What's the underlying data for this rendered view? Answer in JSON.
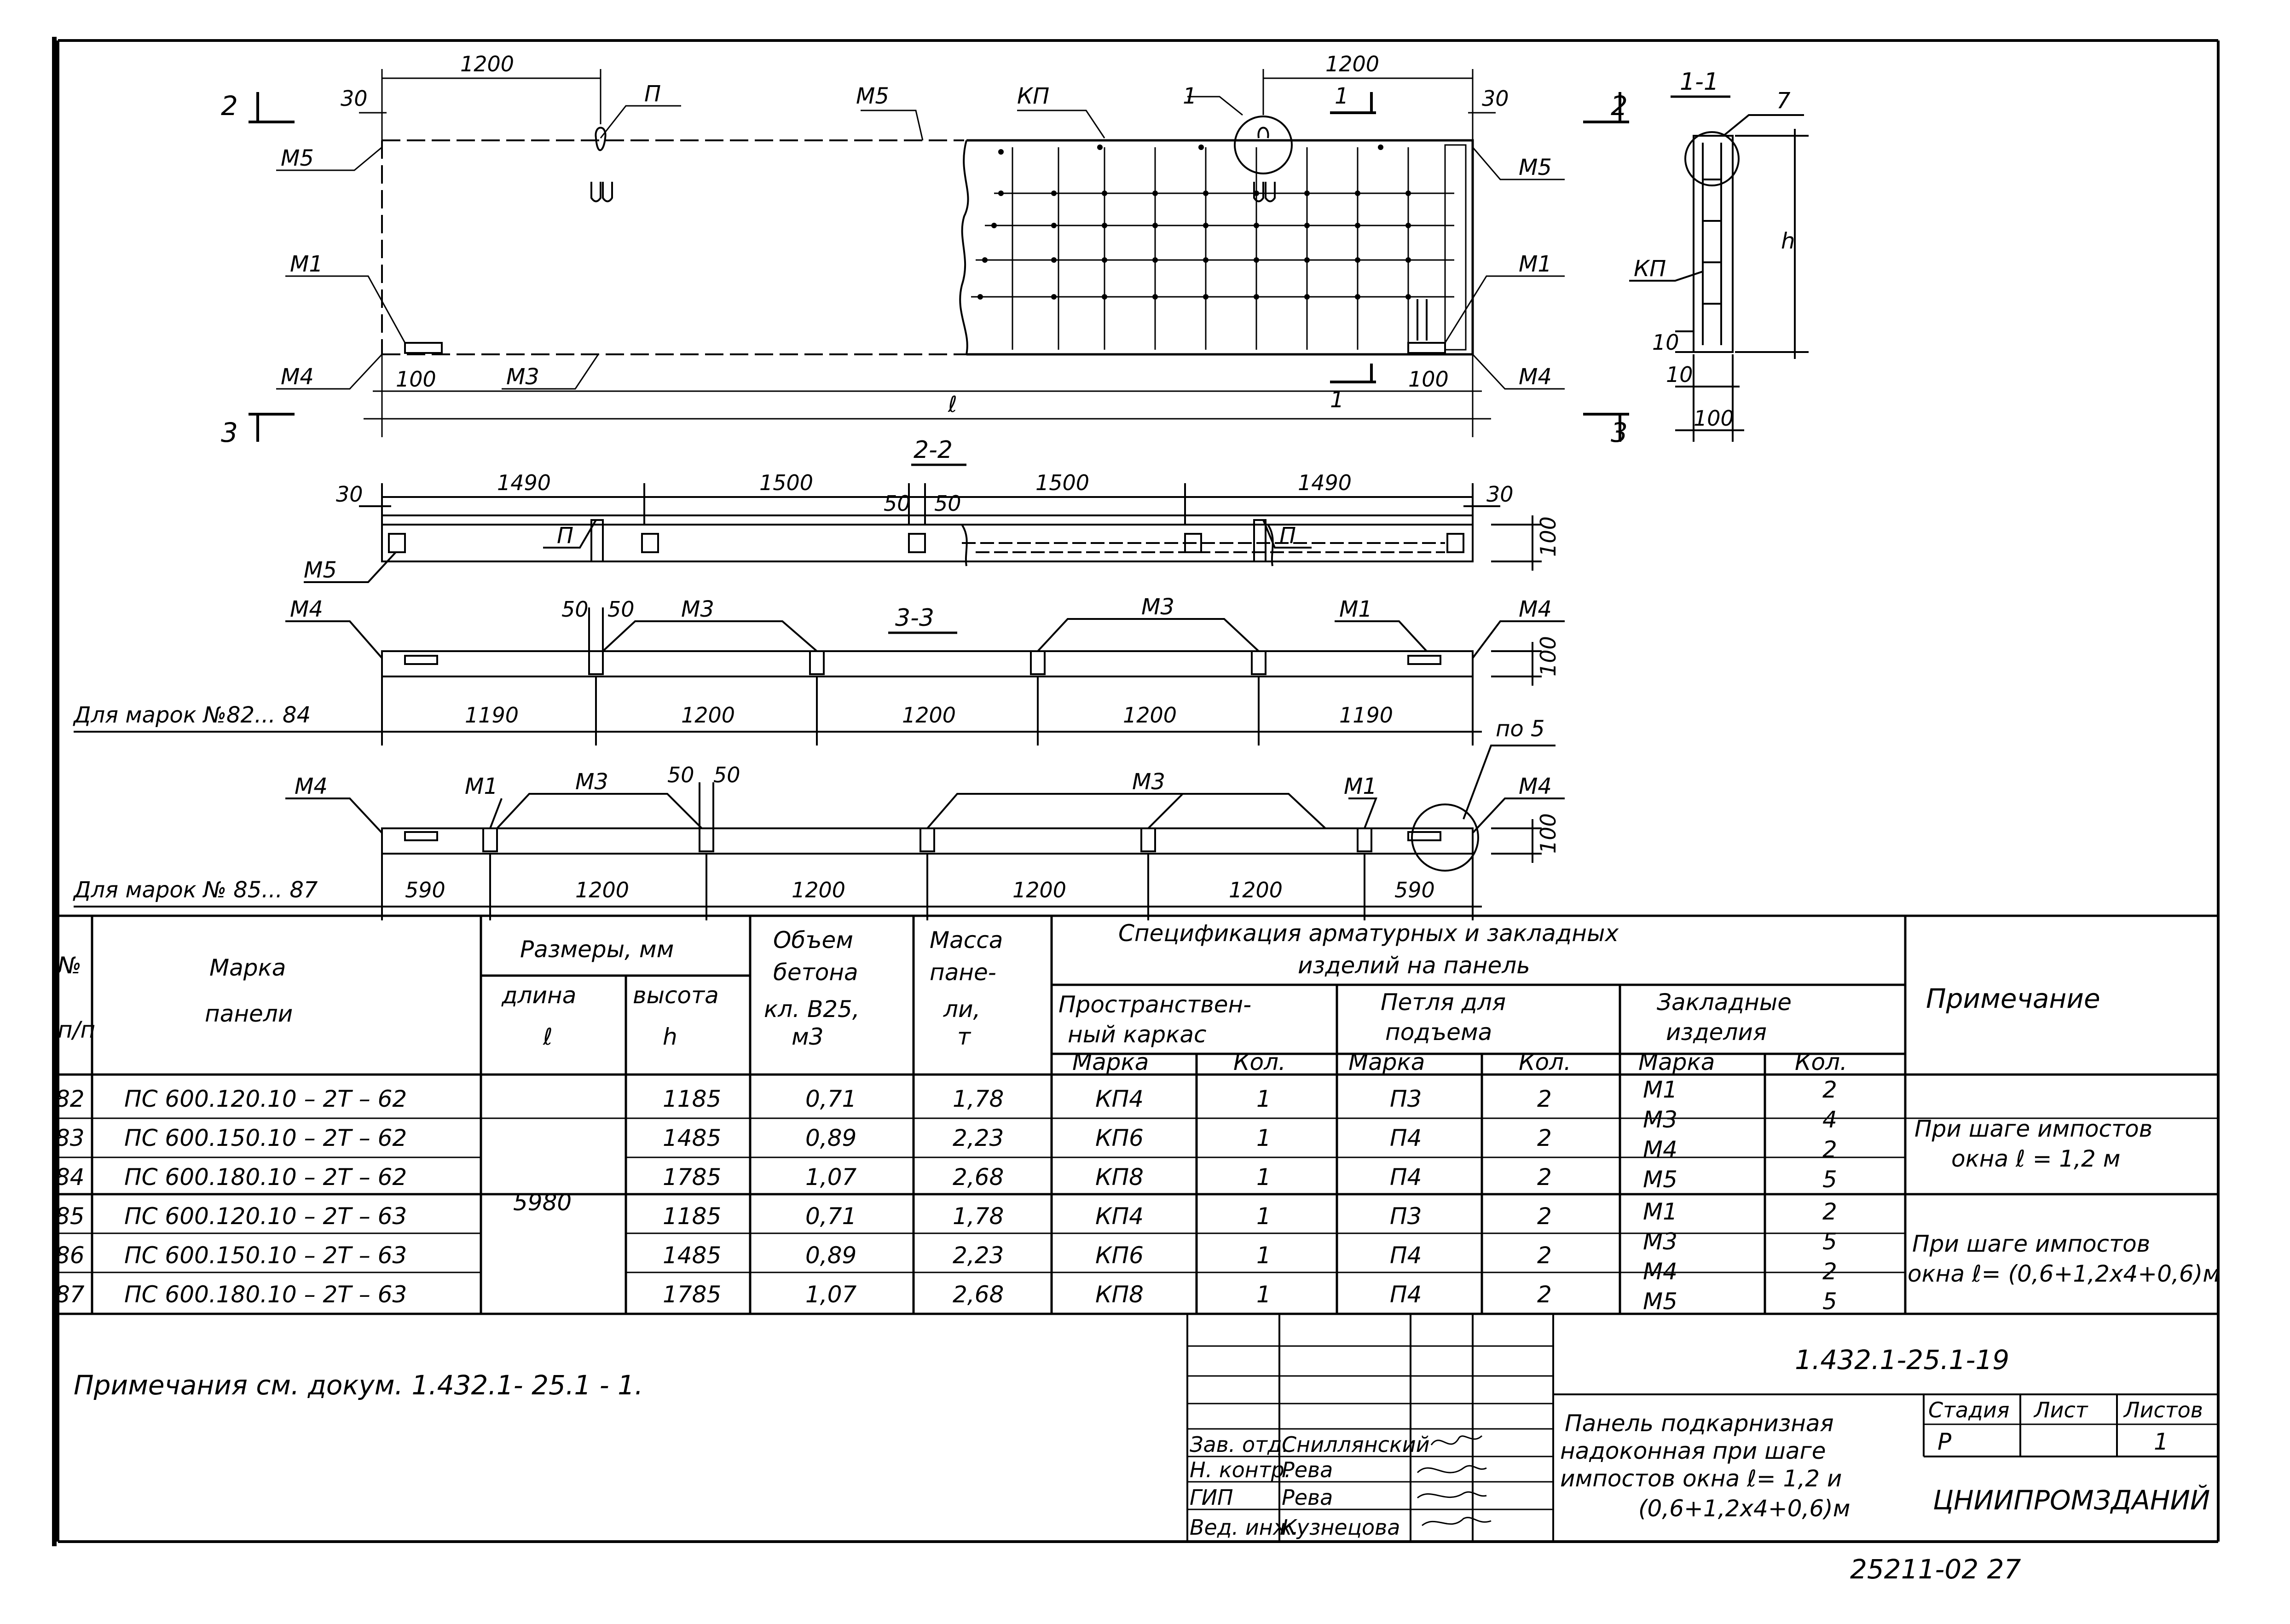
{
  "plan": {
    "dim_left_1200": "1200",
    "dim_right_1200": "1200",
    "dim_30_left": "30",
    "dim_30_right": "30",
    "dim_100_left": "100",
    "dim_100_right": "100",
    "dim_l": "ℓ",
    "label_P": "П",
    "label_M5_top": "М5",
    "label_KP": "КП",
    "label_1": "1",
    "label_1_cut": "1",
    "label_M5_left": "М5",
    "label_M5_right": "М5",
    "label_M1_left": "М1",
    "label_M1_right": "М1",
    "label_M4_left": "М4",
    "label_M4_right": "М4",
    "label_M3": "М3",
    "cut_2_left": "2",
    "cut_2_right": "2",
    "cut_3_left": "3",
    "cut_3_right": "3",
    "cut_1_bottom": "1"
  },
  "section_1_1": {
    "title": "1-1",
    "label_7": "7",
    "label_KP": "КП",
    "label_h": "h",
    "dim_10a": "10",
    "dim_10b": "10",
    "dim_100": "100"
  },
  "section_2_2": {
    "title": "2-2",
    "dim_1490a": "1490",
    "dim_1500a": "1500",
    "dim_1500b": "1500",
    "dim_1490b": "1490",
    "dim_30a": "30",
    "dim_30b": "30",
    "dim_50a": "50",
    "dim_50b": "50",
    "label_P1": "П",
    "label_P2": "П",
    "label_M5": "М5",
    "dim_100": "100"
  },
  "section_3_3": {
    "title": "3-3",
    "label_M4_left": "М4",
    "label_M4_right": "М4",
    "label_M3a": "М3",
    "label_M3b": "М3",
    "label_M1": "М1",
    "dim_50a": "50",
    "dim_50b": "50",
    "caption": "Для марок №82... 84",
    "dims": [
      "1190",
      "1200",
      "1200",
      "1200",
      "1190"
    ],
    "dim_100": "100"
  },
  "section_85": {
    "label_M4_left": "М4",
    "label_M1_left": "М1",
    "label_M3a": "М3",
    "label_M3b": "М3",
    "label_M1_right": "М1",
    "label_M4_right": "М4",
    "dim_50a": "50",
    "dim_50b": "50",
    "label_po5": "по 5",
    "caption": "Для марок № 85... 87",
    "dims": [
      "590",
      "1200",
      "1200",
      "1200",
      "1200",
      "590"
    ],
    "dim_100": "100"
  },
  "table": {
    "h_num": "№",
    "h_num2": "п/п",
    "h_mark": "Марка",
    "h_mark2": "панели",
    "h_sizes": "Размеры, мм",
    "h_len": "длина",
    "h_len2": "ℓ",
    "h_height": "высота",
    "h_height2": "h",
    "h_vol": "Объем",
    "h_vol2": "бетона",
    "h_vol3": "кл. В25,",
    "h_vol4": "м3",
    "h_mass": "Масса",
    "h_mass2": "пане-",
    "h_mass3": "ли,",
    "h_mass4": "т",
    "h_spec": "Спецификация арматурных и закладных",
    "h_spec2": "изделий на панель",
    "h_frame": "Пространствен-",
    "h_frame2": "ный каркас",
    "h_loop": "Петля для",
    "h_loop2": "подъема",
    "h_emb": "Закладные",
    "h_emb2": "изделия",
    "h_marka_a": "Марка",
    "h_kol_a": "Кол.",
    "h_marka_b": "Марка",
    "h_kol_b": "Кол.",
    "h_marka_c": "Марка",
    "h_kol_c": "Кол.",
    "h_note": "Примечание",
    "length_value": "5980",
    "rows": [
      {
        "n": "82",
        "mark": "ПС 600.120.10 – 2Т – 62",
        "h": "1185",
        "vol": "0,71",
        "mass": "1,78",
        "frame": "КП4",
        "frame_q": "1",
        "loop": "П3",
        "loop_q": "2"
      },
      {
        "n": "83",
        "mark": "ПС 600.150.10 – 2Т – 62",
        "h": "1485",
        "vol": "0,89",
        "mass": "2,23",
        "frame": "КП6",
        "frame_q": "1",
        "loop": "П4",
        "loop_q": "2"
      },
      {
        "n": "84",
        "mark": "ПС 600.180.10 – 2Т – 62",
        "h": "1785",
        "vol": "1,07",
        "mass": "2,68",
        "frame": "КП8",
        "frame_q": "1",
        "loop": "П4",
        "loop_q": "2"
      },
      {
        "n": "85",
        "mark": "ПС 600.120.10 – 2Т – 63",
        "h": "1185",
        "vol": "0,71",
        "mass": "1,78",
        "frame": "КП4",
        "frame_q": "1",
        "loop": "П3",
        "loop_q": "2"
      },
      {
        "n": "86",
        "mark": "ПС 600.150.10 – 2Т – 63",
        "h": "1485",
        "vol": "0,89",
        "mass": "2,23",
        "frame": "КП6",
        "frame_q": "1",
        "loop": "П4",
        "loop_q": "2"
      },
      {
        "n": "87",
        "mark": "ПС 600.180.10 – 2Т – 63",
        "h": "1785",
        "vol": "1,07",
        "mass": "2,68",
        "frame": "КП8",
        "frame_q": "1",
        "loop": "П4",
        "loop_q": "2"
      }
    ],
    "emb_group1": [
      [
        "М1",
        "2"
      ],
      [
        "М3",
        "4"
      ],
      [
        "М4",
        "2"
      ],
      [
        "М5",
        "5"
      ]
    ],
    "emb_group2": [
      [
        "М1",
        "2"
      ],
      [
        "М3",
        "5"
      ],
      [
        "М4",
        "2"
      ],
      [
        "М5",
        "5"
      ]
    ],
    "note1a": "При шаге импостов",
    "note1b": "окна ℓ = 1,2 м",
    "note2a": "При шаге импостов",
    "note2b": "окна ℓ= (0,6+1,2х4+0,6)м"
  },
  "notes": "Примечания см. докум. 1.432.1- 25.1 - 1.",
  "stamp": {
    "code": "1.432.1-25.1-19",
    "title_l1": "Панель подкарнизная",
    "title_l2": "надоконная при шаге",
    "title_l3": "импостов окна ℓ= 1,2 и",
    "title_l4": "(0,6+1,2х4+0,6)м",
    "stage_h": "Стадия",
    "sheet_h": "Лист",
    "sheets_h": "Листов",
    "stage": "Р",
    "sheets": "1",
    "org": "ЦНИИПРОМЗДАНИЙ",
    "r1_role": "Зав. отд.",
    "r1_name": "Сниллянский",
    "r2_role": "Н. контр.",
    "r2_name": "Рева",
    "r3_role": "ГИП",
    "r3_name": "Рева",
    "r4_role": "Вед. инж.",
    "r4_name": "Кузнецова",
    "archive": "25211-02   27"
  }
}
